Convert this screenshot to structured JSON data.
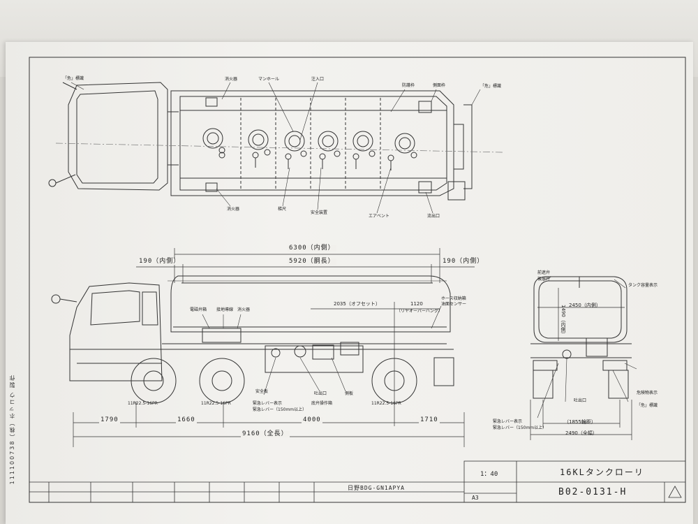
{
  "top_view_labels": {
    "hazard_front": "「危」標識",
    "extinguisher_top": "消火器",
    "manhole": "マンホール",
    "inlet": "注入口",
    "guard_rail": "防護枠",
    "side_rail": "側面枠",
    "hazard_rear": "「危」標識",
    "extinguisher_bottom": "消火器",
    "ladder": "梯尺",
    "safety_valve": "安全装置",
    "air_vent": "エアベント",
    "outlet": "流出口"
  },
  "side_view": {
    "dim_inner_total": "6300（内側）",
    "dim_tank_length": "5920（胴長）",
    "dim_front_inner": "190（内側）",
    "dim_rear_inner": "190（内側）",
    "dim_offset": "2035（オフセット）",
    "dim_rear_overhang": "1120",
    "rear_overhang_label": "（リヤオーバーハング）",
    "label_static_ground": "電磁弁箱",
    "label_hose_box": "接地導線",
    "label_extinguisher": "消火器",
    "label_hose_reel": "ホース収納箱",
    "label_level_sensor": "油面センサー",
    "label_safety_device": "安全板",
    "label_emergency_lever": "緊急レバー表示",
    "label_emergency_lever_len": "緊急レバー（150mm以上）",
    "label_outlet": "吐出口",
    "label_outlet_cover": "底弁操作箱",
    "label_bottom_valve": "側板",
    "tire_front": "11R22.5-16PR",
    "tire_mid": "11R22.5-16PR",
    "tire_rear": "11R22.5-16PR",
    "dim_front_overhang": "1790",
    "dim_wheelbase_1": "1660",
    "dim_wheelbase_2": "4000",
    "dim_rear": "1710",
    "dim_overall": "9160（全長）"
  },
  "rear_view": {
    "label_front_guard": "前遮弁",
    "label_rear_guard": "後屏弁",
    "label_tank_capacity": "タンク容量表示",
    "dim_tank_width": "2450（内側）",
    "dim_tank_height": "1490（内側）",
    "label_hazard_display": "危険物表示",
    "label_outlet": "吐出口",
    "label_emergency_lever": "緊急レバー表示",
    "label_emergency_lever_len": "緊急レバー（150mm以上）",
    "label_hazard_sign": "「危」標識",
    "dim_track": "（1855輪距）",
    "dim_overall_width": "2490（全幅）"
  },
  "title_block": {
    "scale": "1：40",
    "title": "16KLタンクローリ",
    "drawing_no": "B02-0131-H",
    "sheet_size": "A3",
    "vehicle_model": "日野BDG-GN1APYA"
  },
  "side_note": "111100738（株）ホッコウ 製作"
}
